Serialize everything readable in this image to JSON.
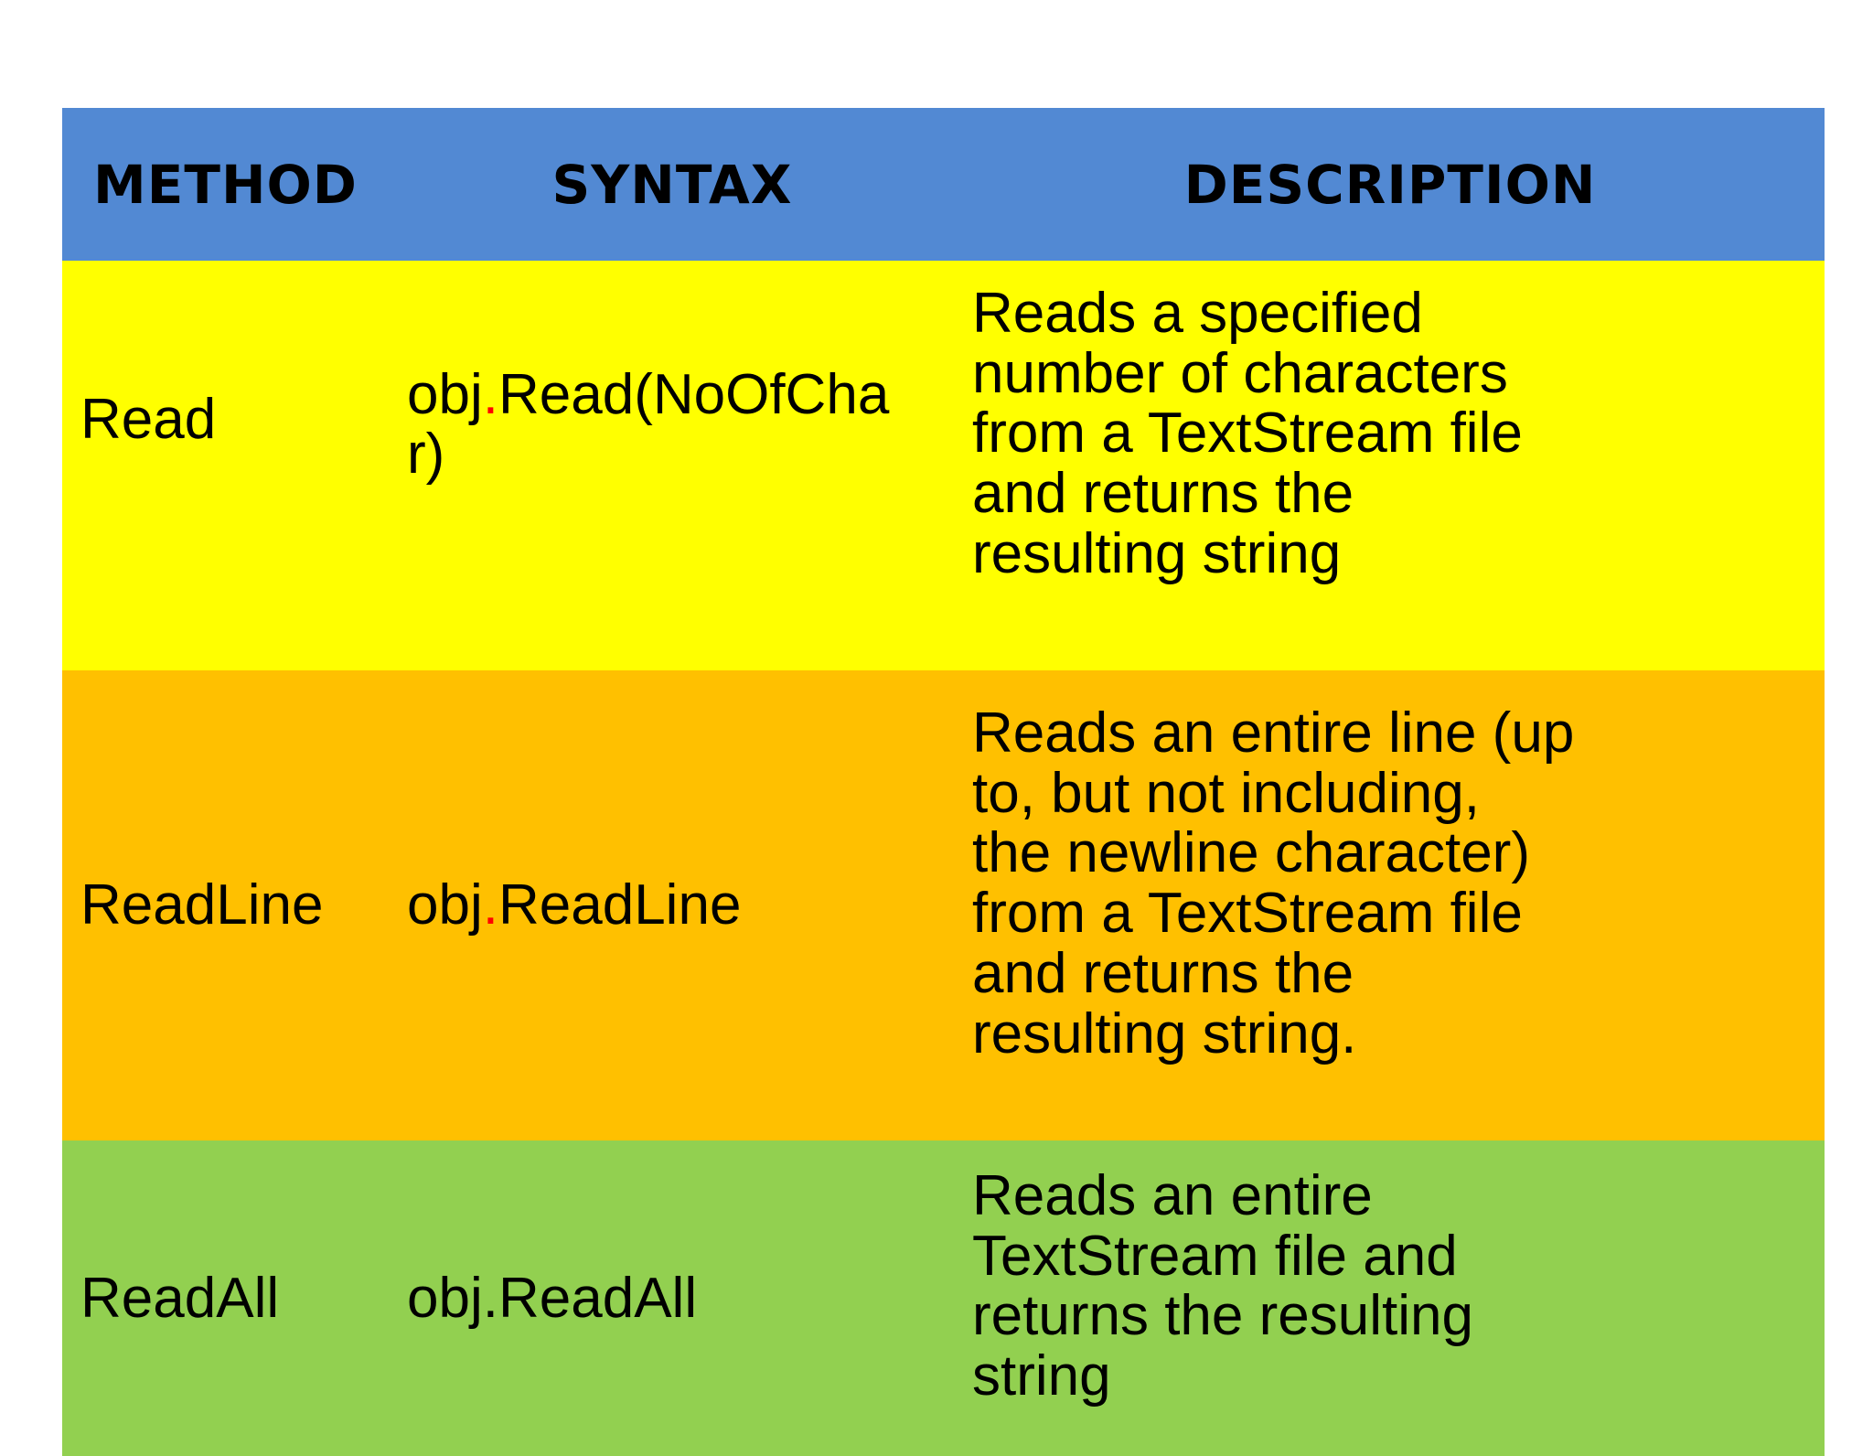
{
  "table": {
    "header_bg": "#5289D3",
    "header_bg_style": "background-color:#5289D3",
    "headers": {
      "method": "METHOD",
      "syntax": "SYNTAX",
      "description": "DESCRIPTION"
    },
    "rows": [
      {
        "method": "Read",
        "syntax": {
          "obj": "obj",
          "dot": ".",
          "dot_color": "#FF0000",
          "dot_style": "color:#FF0000",
          "rest": "Read(NoOfCha\nr)"
        },
        "description": "Reads a specified\nnumber of characters\nfrom a TextStream file\nand returns the\nresulting string",
        "bg": "#FFFF00",
        "bg_style": "background-color:#FFFF00"
      },
      {
        "method": "ReadLine",
        "syntax": {
          "obj": "obj",
          "dot": ".",
          "dot_color": "#FF0000",
          "dot_style": "color:#FF0000",
          "rest": "ReadLine"
        },
        "description": "Reads an entire line (up\nto, but not including,\nthe newline character)\nfrom a TextStream file\nand returns the\nresulting string.",
        "bg": "#FFC000",
        "bg_style": "background-color:#FFC000"
      },
      {
        "method": "ReadAll",
        "syntax": {
          "obj": "obj",
          "dot": ".",
          "dot_color": "#000000",
          "dot_style": "color:#000000",
          "rest": "ReadAll"
        },
        "description": "Reads an entire\nTextStream file and\nreturns the resulting\nstring",
        "bg": "#92D050",
        "bg_style": "background-color:#92D050"
      }
    ]
  }
}
